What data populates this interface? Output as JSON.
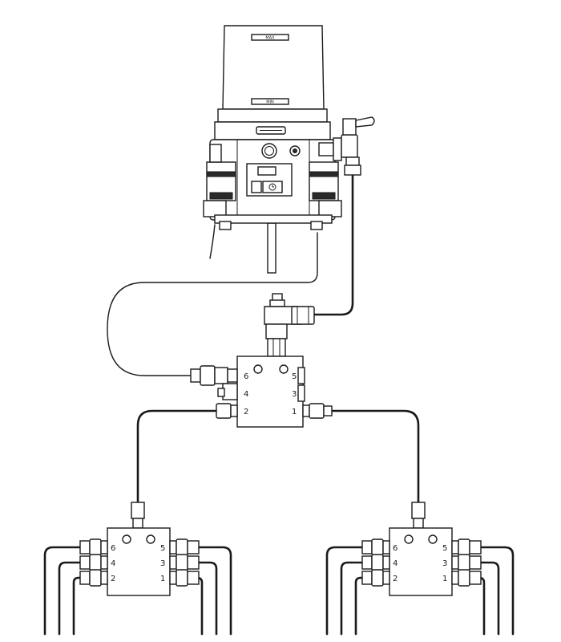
{
  "reservoir": {
    "max_label": "MAX",
    "min_label": "MIN"
  },
  "main_distributor": {
    "ports": {
      "p1": "1",
      "p2": "2",
      "p3": "3",
      "p4": "4",
      "p5": "5",
      "p6": "6"
    }
  },
  "left_distributor": {
    "ports": {
      "p1": "1",
      "p2": "2",
      "p3": "3",
      "p4": "4",
      "p5": "5",
      "p6": "6"
    }
  },
  "right_distributor": {
    "ports": {
      "p1": "1",
      "p2": "2",
      "p3": "3",
      "p4": "4",
      "p5": "5",
      "p6": "6"
    }
  },
  "colors": {
    "line": "#1a1a1a",
    "background": "#ffffff"
  }
}
